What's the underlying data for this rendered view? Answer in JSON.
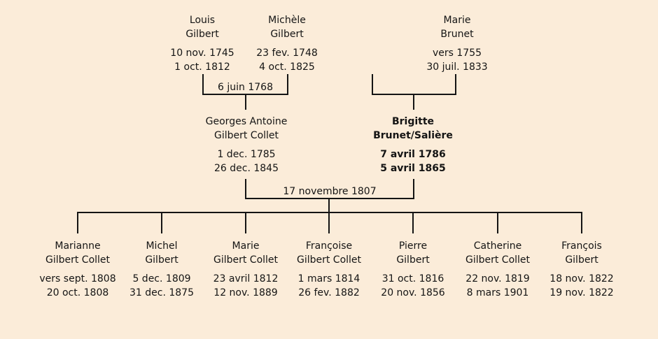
{
  "colors": {
    "background": "#fbecd9",
    "line": "#141414",
    "text": "#141414"
  },
  "tree": {
    "generation1": {
      "louis": {
        "name1": "Louis",
        "name2": "Gilbert",
        "birth": "10 nov. 1745",
        "death": "1 oct. 1812"
      },
      "michele": {
        "name1": "Michèle",
        "name2": "Gilbert",
        "birth": "23 fev. 1748",
        "death": "4 oct. 1825"
      },
      "marie": {
        "name1": "Marie",
        "name2": "Brunet",
        "birth": "vers 1755",
        "death": "30 juil. 1833"
      }
    },
    "marriages": {
      "louis_michele": {
        "date": "6 juin 1768"
      },
      "georges_brigitte": {
        "date": "17 novembre 1807"
      }
    },
    "generation2": {
      "georges": {
        "name1": "Georges Antoine",
        "name2": "Gilbert Collet",
        "birth": "1 dec. 1785",
        "death": "26 dec. 1845"
      },
      "brigitte": {
        "name1": "Brigitte",
        "name2": "Brunet/Salière",
        "birth": "7 avril 1786",
        "death": "5 avril 1865"
      }
    },
    "children": [
      {
        "name1": "Marianne",
        "name2": "Gilbert Collet",
        "birth": "vers sept. 1808",
        "death": "20 oct. 1808"
      },
      {
        "name1": "Michel",
        "name2": "Gilbert",
        "birth": "5 dec. 1809",
        "death": "31 dec. 1875"
      },
      {
        "name1": "Marie",
        "name2": "Gilbert Collet",
        "birth": "23 avril 1812",
        "death": "12 nov. 1889"
      },
      {
        "name1": "Françoise",
        "name2": "Gilbert Collet",
        "birth": "1 mars 1814",
        "death": "26 fev. 1882"
      },
      {
        "name1": "Pierre",
        "name2": "Gilbert",
        "birth": "31 oct. 1816",
        "death": "20 nov. 1856"
      },
      {
        "name1": "Catherine",
        "name2": "Gilbert Collet",
        "birth": "22 nov. 1819",
        "death": "8 mars 1901"
      },
      {
        "name1": "François",
        "name2": "Gilbert",
        "birth": "18 nov. 1822",
        "death": "19 nov. 1822"
      }
    ]
  }
}
